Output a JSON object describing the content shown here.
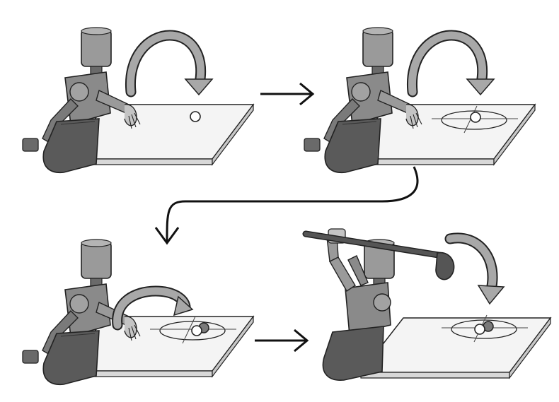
{
  "figure": {
    "panels": [
      {
        "id": 1,
        "action": "place-ball",
        "ball_count": 1,
        "target_rings": false,
        "tool": "none"
      },
      {
        "id": 2,
        "action": "place-ball-on-target",
        "ball_count": 1,
        "target_rings": true,
        "tool": "none"
      },
      {
        "id": 3,
        "action": "place-second-ball-on-target",
        "ball_count": 2,
        "target_rings": true,
        "tool": "none"
      },
      {
        "id": 4,
        "action": "swing-club",
        "ball_count": 2,
        "target_rings": true,
        "tool": "golf-club"
      }
    ],
    "flow": [
      "1-to-2",
      "2-to-3",
      "3-to-4"
    ],
    "colors": {
      "robot_light": "#9a9a9a",
      "robot_dark": "#5a5a5a",
      "table_top": "#f4f4f4",
      "table_edge": "#d6d6d6",
      "motion_arrow": "#a8a8a8",
      "outline": "#111111"
    }
  }
}
